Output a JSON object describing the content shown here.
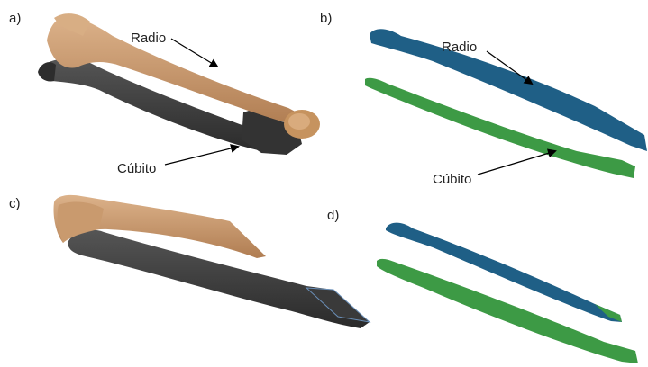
{
  "panels": [
    {
      "letter": "a)",
      "callouts": [
        "Radio",
        "Cúbito"
      ]
    },
    {
      "letter": "b)",
      "callouts": [
        "Radio",
        "Cúbito"
      ]
    },
    {
      "letter": "c)",
      "callouts": []
    },
    {
      "letter": "d)",
      "callouts": []
    }
  ],
  "colors": {
    "radius_3d": "#c9966b",
    "ulna_3d": "#3c3c3c",
    "radius_mesh": "#1f5f86",
    "ulna_mesh": "#3d9a45",
    "arrow": "#000000",
    "background": "#ffffff"
  }
}
